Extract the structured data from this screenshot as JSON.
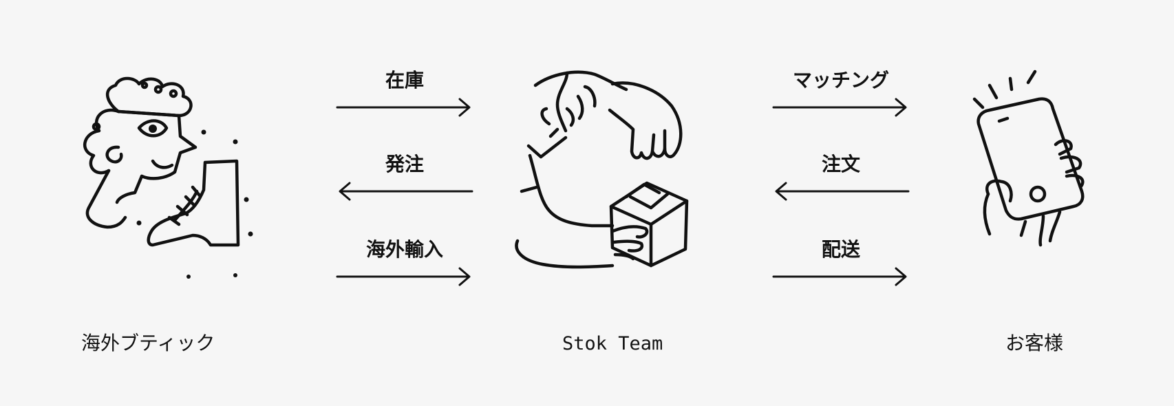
{
  "actors": {
    "boutique": {
      "label": "海外ブティック",
      "icon": "boutique-person-with-boot-icon"
    },
    "team": {
      "label": "Stok Team",
      "icon": "hands-with-box-icon"
    },
    "customer": {
      "label": "お客様",
      "icon": "hand-holding-phone-icon"
    }
  },
  "flows_left": [
    {
      "label": "在庫",
      "direction": "right"
    },
    {
      "label": "発注",
      "direction": "left"
    },
    {
      "label": "海外輸入",
      "direction": "right"
    }
  ],
  "flows_right": [
    {
      "label": "マッチング",
      "direction": "right"
    },
    {
      "label": "注文",
      "direction": "left"
    },
    {
      "label": "配送",
      "direction": "right"
    }
  ],
  "colors": {
    "background": "#f6f6f6",
    "ink": "#111111"
  }
}
